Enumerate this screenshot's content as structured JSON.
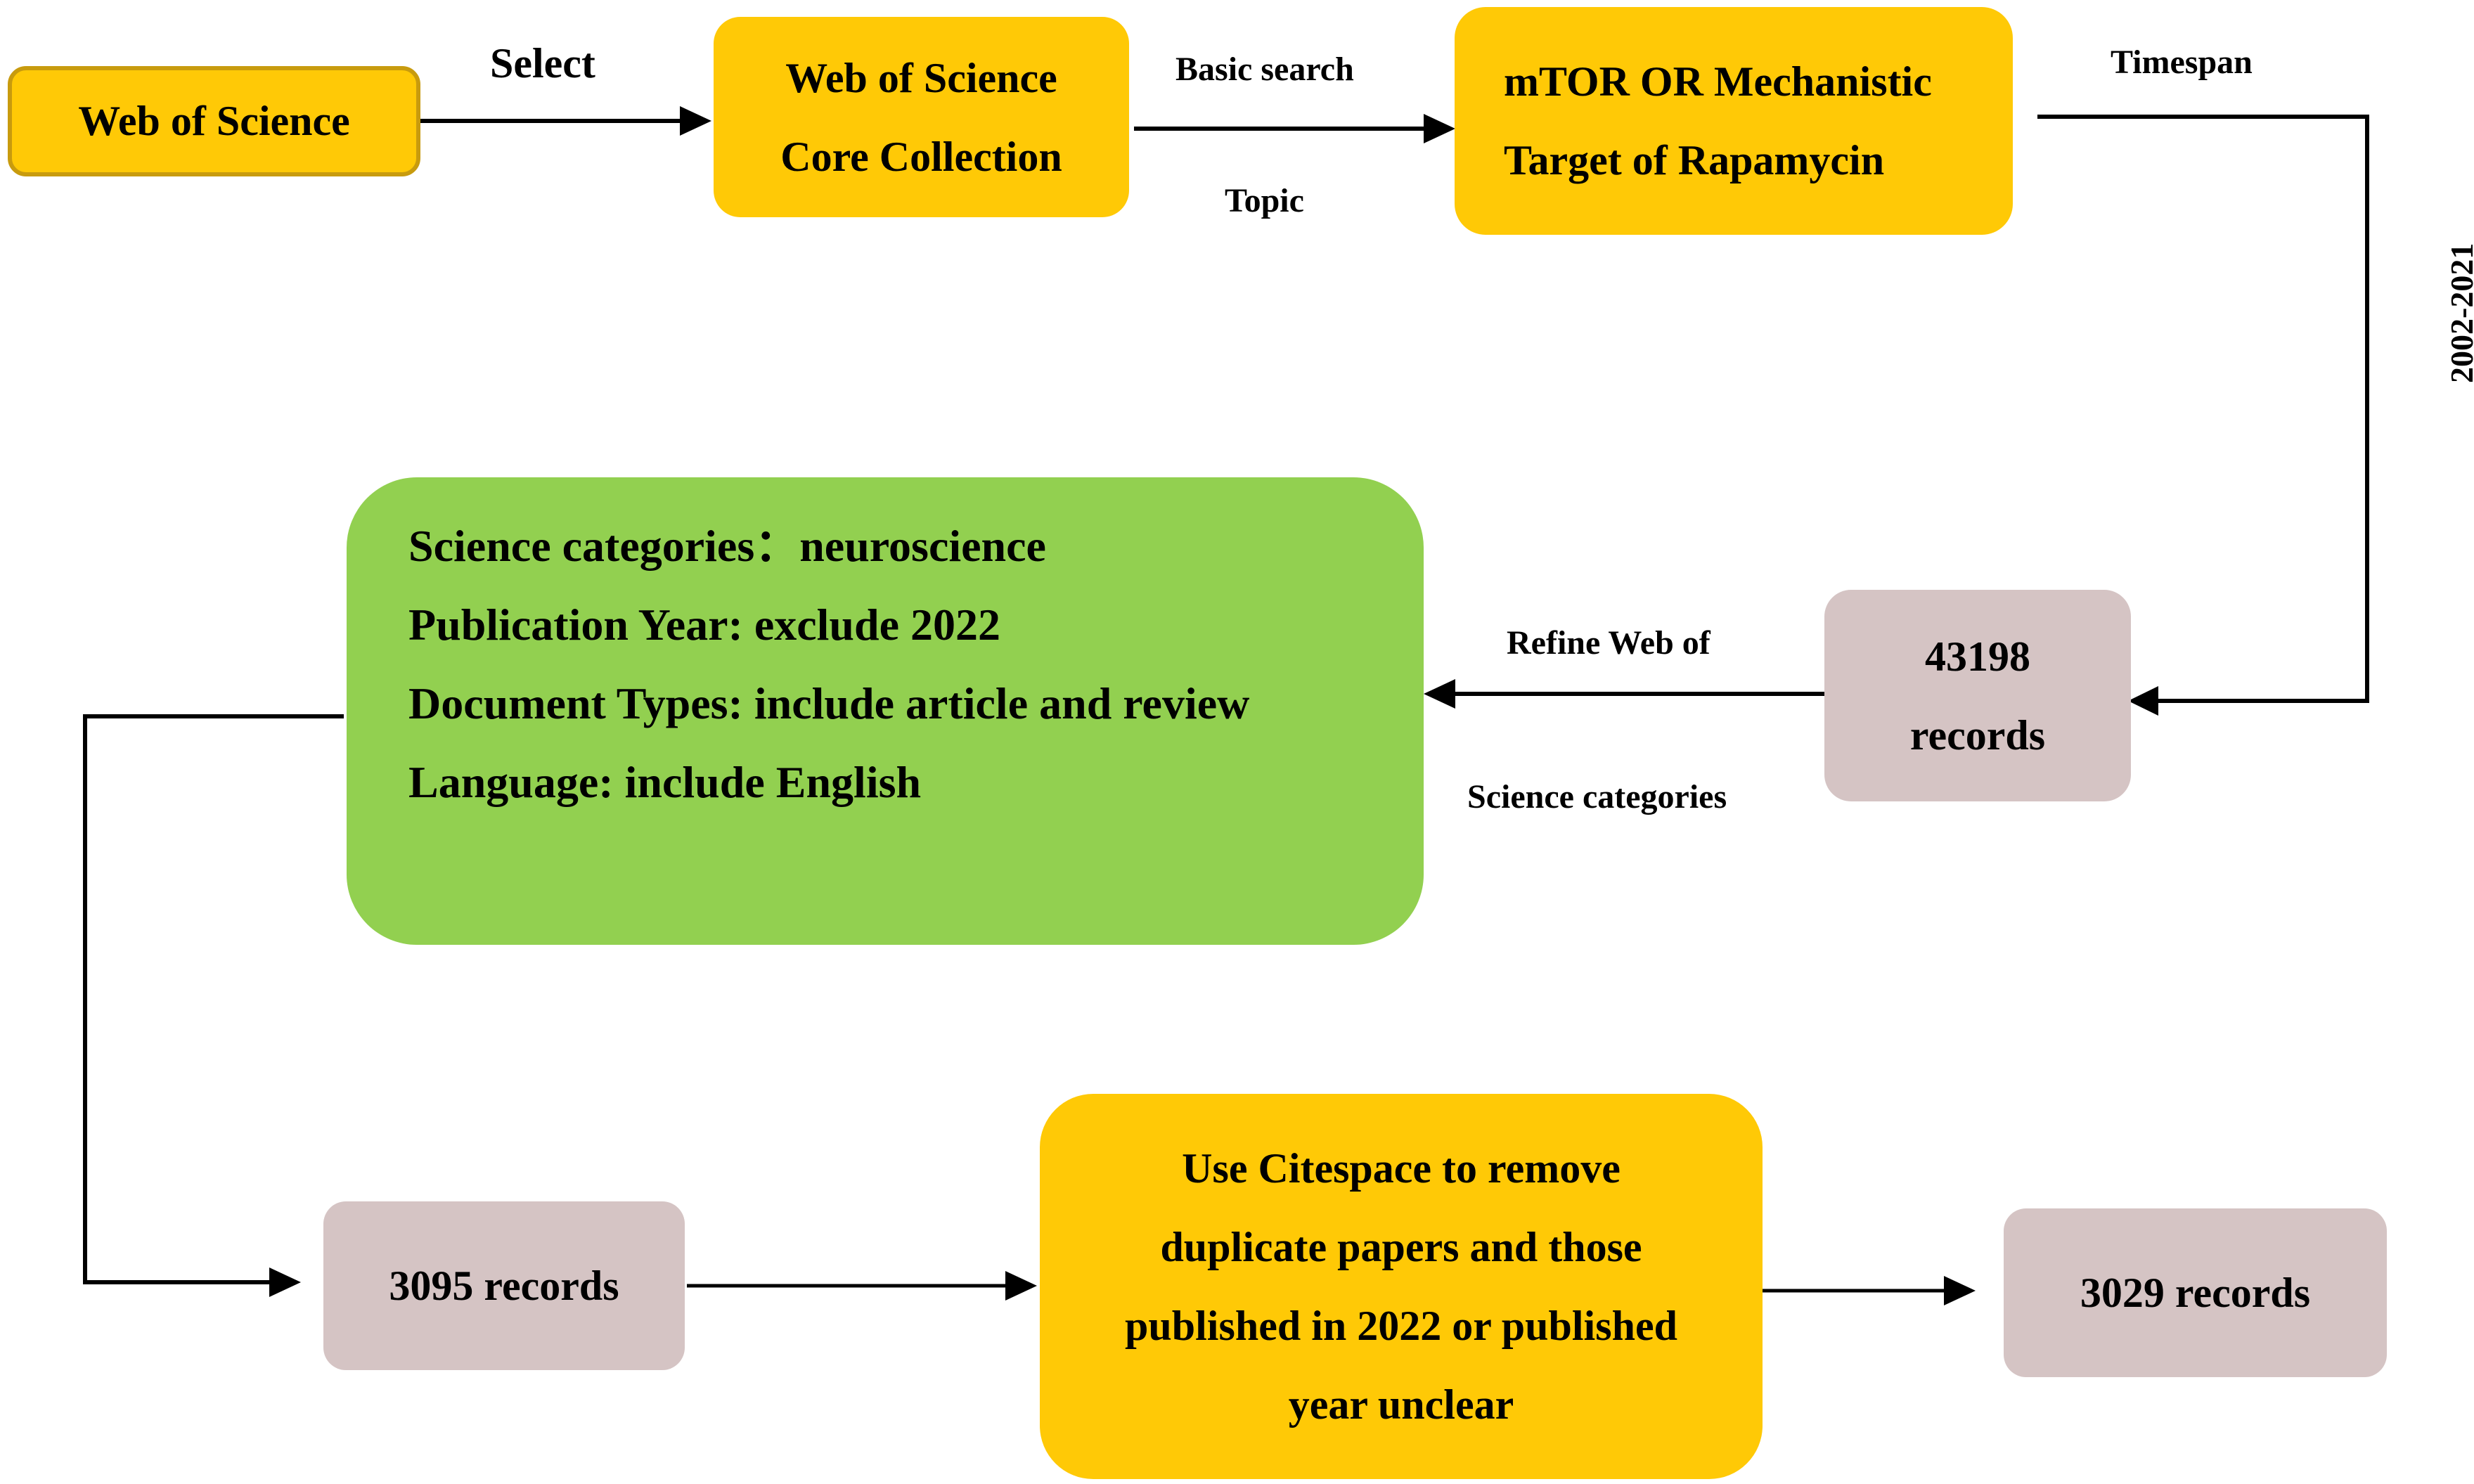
{
  "colors": {
    "yellow": "#FFC906",
    "yellow_border": "#C89B0E",
    "green": "#92D050",
    "mauve": "#D5C4C4",
    "line": "#000000",
    "background": "#FFFFFF"
  },
  "nodes": {
    "wos": {
      "text": "Web of Science"
    },
    "core": {
      "line1": "Web of Science",
      "line2": "Core Collection"
    },
    "query": {
      "line1": "mTOR OR Mechanistic",
      "line2": "Target of Rapamycin"
    },
    "records_43198": {
      "line1": "43198",
      "line2": "records"
    },
    "filters": {
      "lines": [
        "Science categories：neuroscience",
        "Publication Year: exclude 2022",
        "Document Types: include article and review",
        "Language: include English"
      ]
    },
    "records_3095": {
      "text": "3095 records"
    },
    "citespace": {
      "lines": [
        "Use Citespace to remove",
        "duplicate papers and those",
        "published in 2022 or published",
        "year unclear"
      ]
    },
    "records_3029": {
      "text": "3029 records"
    }
  },
  "edge_labels": {
    "select": "Select",
    "basic_search": "Basic search",
    "topic": "Topic",
    "timespan": "Timespan",
    "years": "2002-2021",
    "refine_1": "Refine Web of",
    "refine_2": "Science categories"
  }
}
